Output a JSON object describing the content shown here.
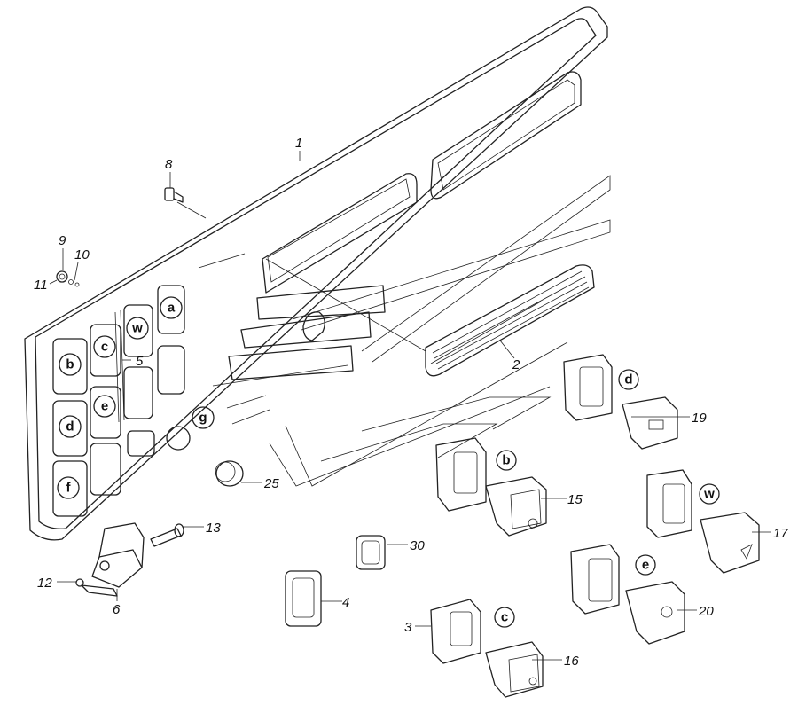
{
  "callouts": [
    {
      "id": "p1",
      "text": "1"
    },
    {
      "id": "p2",
      "text": "2"
    },
    {
      "id": "p3",
      "text": "3"
    },
    {
      "id": "p4",
      "text": "4"
    },
    {
      "id": "p5",
      "text": "5"
    },
    {
      "id": "p6",
      "text": "6"
    },
    {
      "id": "p8",
      "text": "8"
    },
    {
      "id": "p9",
      "text": "9"
    },
    {
      "id": "p10",
      "text": "10"
    },
    {
      "id": "p11",
      "text": "11"
    },
    {
      "id": "p12",
      "text": "12"
    },
    {
      "id": "p13",
      "text": "13"
    },
    {
      "id": "p15",
      "text": "15"
    },
    {
      "id": "p16",
      "text": "16"
    },
    {
      "id": "p17",
      "text": "17"
    },
    {
      "id": "p19",
      "text": "19"
    },
    {
      "id": "p20",
      "text": "20"
    },
    {
      "id": "p25",
      "text": "25"
    },
    {
      "id": "p30",
      "text": "30"
    }
  ],
  "slot_keys": {
    "a": "a",
    "b": "b",
    "c": "c",
    "d": "d",
    "e": "e",
    "f": "f",
    "g": "g",
    "w": "w"
  },
  "colors": {
    "line": "#222222",
    "background": "#ffffff"
  }
}
